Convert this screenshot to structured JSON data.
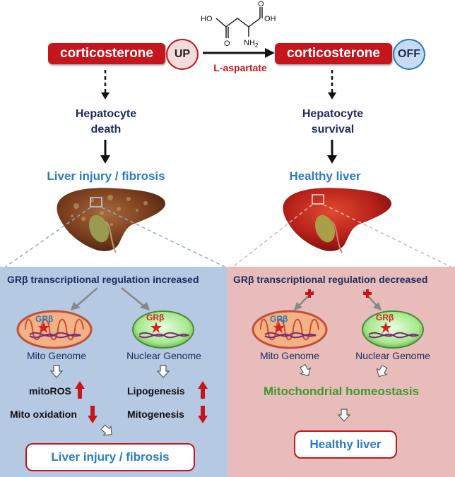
{
  "top": {
    "left_hormone": "corticosterone",
    "left_badge": "UP",
    "right_hormone": "corticosterone",
    "right_badge": "OFF",
    "treatment": "L-aspartate",
    "molecule": {
      "ho": "HO",
      "oh": "OH",
      "o1": "O",
      "o2": "O",
      "nh": "NH",
      "nh_sub": "2"
    }
  },
  "left": {
    "cell_line1": "Hepatocyte",
    "cell_line2": "death",
    "outcome": "Liver injury / fibrosis"
  },
  "right": {
    "cell_line1": "Hepatocyte",
    "cell_line2": "survival",
    "outcome": "Healthy liver"
  },
  "left_panel": {
    "title": "GRβ transcriptional regulation increased",
    "mito_genome": "Mito Genome",
    "nuclear_genome": "Nuclear Genome",
    "grb_mito": "GRβ",
    "grb_nuc": "GRβ",
    "mitoros": "mitoROS",
    "mito_oxidation": "Mito oxidation",
    "lipogenesis": "Lipogenesis",
    "mitogenesis": "Mitogenesis",
    "result": "Liver injury / fibrosis"
  },
  "right_panel": {
    "title": "GRβ transcriptional regulation decreased",
    "mito_genome": "Mito Genome",
    "nuclear_genome": "Nuclear Genome",
    "grb_mito": "GRβ",
    "grb_nuc": "GRβ",
    "homeostasis": "Mitochondrial homeostasis",
    "result": "Healthy liver"
  },
  "colors": {
    "red": "#c4161c",
    "navy": "#1c2a5a",
    "blue": "#2a7bbf",
    "green": "#3a9a2a",
    "left_panel_bg": "#b5c9e3",
    "right_panel_bg": "#e9bcbc"
  }
}
